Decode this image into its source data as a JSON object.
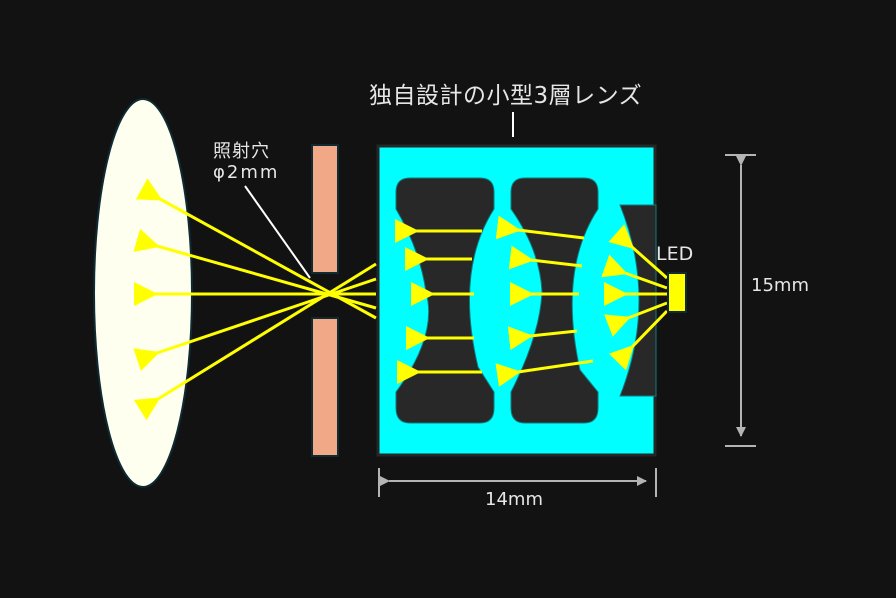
{
  "diagram": {
    "title": "独自設計の小型3層レンズ",
    "aperture": {
      "label_line1": "照射穴",
      "label_line2": "φ2mm"
    },
    "led": {
      "label": "LED"
    },
    "dimensions": {
      "height": "15mm",
      "width": "14mm"
    },
    "colors": {
      "background": "#121212",
      "lens_housing": "#00ffff",
      "lens_element": "#282828",
      "aperture_plate": "#f0a886",
      "light_ray": "#ffff00",
      "led": "#ffff00",
      "target_spot": "#fffff0",
      "dimension_line": "#b4b4b4",
      "text": "#e6e6e6"
    },
    "components": [
      {
        "name": "illuminated-spot",
        "shape": "ellipse"
      },
      {
        "name": "aperture-plate",
        "parts": 2
      },
      {
        "name": "lens-module",
        "elements": 3
      },
      {
        "name": "led-source"
      }
    ]
  }
}
